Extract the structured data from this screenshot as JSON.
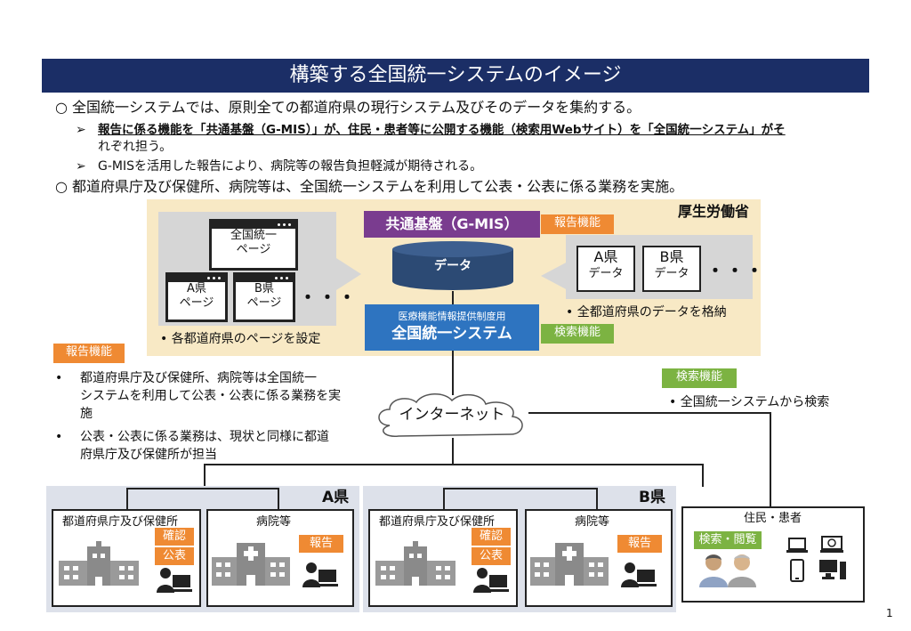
{
  "title": "構築する全国統一システムのイメージ",
  "bullets": {
    "b1": "○ 全国統一システムでは、原則全ての都道府県の現行システム及びそのデータを集約する。",
    "b1_sub1_line1": "報告に係る機能を「共通基盤（G-MIS）」が、住民・患者等に公開する機能（検索用Webサイト）を「全国統一システム」がそ",
    "b1_sub1_line2": "れぞれ担う。",
    "b1_sub2": "G-MISを活用した報告により、病院等の報告負担軽減が期待される。",
    "b2": "○ 都道府県庁及び保健所、病院等は、全国統一システムを利用して公表・公表に係る業務を実施。"
  },
  "mhlw": {
    "label": "厚生労働省",
    "gmis": "共通基盤（G-MIS）",
    "report_tag": "報告機能",
    "data_cyl": "データ",
    "system_sub": "医療機能情報提供制度用",
    "system_main": "全国統一システム",
    "search_tag": "検索機能",
    "win_national_1": "全国統一",
    "win_national_2": "ページ",
    "win_a_1": "A県",
    "win_a_2": "ページ",
    "win_b_1": "B県",
    "win_b_2": "ページ",
    "left_dots": "・・・",
    "left_note": "• 各都道府県のページを設定",
    "data_a_1": "A県",
    "data_a_2": "データ",
    "data_b_1": "B県",
    "data_b_2": "データ",
    "right_dots": "・・・",
    "right_note": "• 全都道府県のデータを格納"
  },
  "left_panel": {
    "tag": "報告機能",
    "p1_l1": "都道府県庁及び保健所、病院等は全国統一",
    "p1_l2": "システムを利用して公表・公表に係る業務を実",
    "p1_l3": "施",
    "p2_l1": "公表・公表に係る業務は、現状と同様に都道",
    "p2_l2": "府県庁及び保健所が担当"
  },
  "right_panel": {
    "tag": "検索機能",
    "note": "• 全国統一システムから検索"
  },
  "internet": "インターネット",
  "pref_a": {
    "label": "A県",
    "office": "都道府県庁及び保健所",
    "confirm": "確認",
    "publish": "公表",
    "hospital": "病院等",
    "report": "報告"
  },
  "pref_b": {
    "label": "B県",
    "office": "都道府県庁及び保健所",
    "confirm": "確認",
    "publish": "公表",
    "hospital": "病院等",
    "report": "報告"
  },
  "residents": {
    "label": "住民・患者",
    "tag": "検索・閲覧"
  },
  "page_number": "1",
  "colors": {
    "title_bg": "#1b2e66",
    "mhlw_bg": "#f8e9c5",
    "orange": "#ef8a33",
    "green": "#7cb342",
    "purple": "#7a3c8f",
    "blue": "#2e74c0",
    "cylinder": "#2c4a74"
  }
}
